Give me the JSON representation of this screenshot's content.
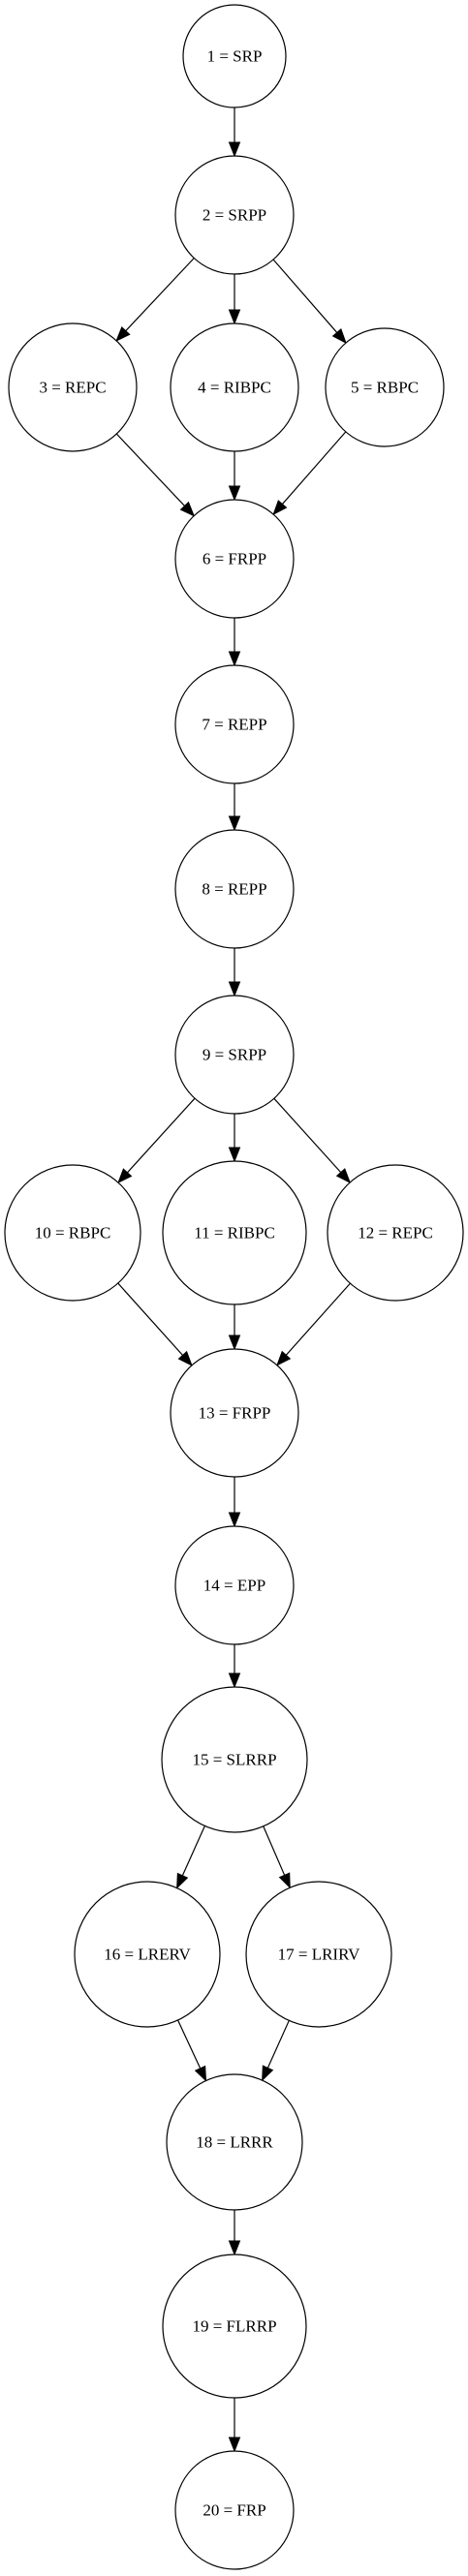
{
  "nodes": [
    {
      "id": 1,
      "label": "1 = SRP"
    },
    {
      "id": 2,
      "label": "2 = SRPP"
    },
    {
      "id": 3,
      "label": "3 = REPC"
    },
    {
      "id": 4,
      "label": "4 = RIBPC"
    },
    {
      "id": 5,
      "label": "5 = RBPC"
    },
    {
      "id": 6,
      "label": "6 = FRPP"
    },
    {
      "id": 7,
      "label": "7 = REPP"
    },
    {
      "id": 8,
      "label": "8 = REPP"
    },
    {
      "id": 9,
      "label": "9 = SRPP"
    },
    {
      "id": 10,
      "label": "10 = RBPC"
    },
    {
      "id": 11,
      "label": "11 = RIBPC"
    },
    {
      "id": 12,
      "label": "12 = REPC"
    },
    {
      "id": 13,
      "label": "13 = FRPP"
    },
    {
      "id": 14,
      "label": "14 = EPP"
    },
    {
      "id": 15,
      "label": "15 = SLRRP"
    },
    {
      "id": 16,
      "label": "16 = LRERV"
    },
    {
      "id": 17,
      "label": "17 = LRIRV"
    },
    {
      "id": 18,
      "label": "18 = LRRR"
    },
    {
      "id": 19,
      "label": "19 = FLRRP"
    },
    {
      "id": 20,
      "label": "20 = FRP"
    }
  ],
  "edges": [
    [
      1,
      2
    ],
    [
      2,
      3
    ],
    [
      2,
      4
    ],
    [
      2,
      5
    ],
    [
      3,
      6
    ],
    [
      4,
      6
    ],
    [
      5,
      6
    ],
    [
      6,
      7
    ],
    [
      7,
      8
    ],
    [
      8,
      9
    ],
    [
      9,
      10
    ],
    [
      9,
      11
    ],
    [
      9,
      12
    ],
    [
      10,
      13
    ],
    [
      11,
      13
    ],
    [
      12,
      13
    ],
    [
      13,
      14
    ],
    [
      14,
      15
    ],
    [
      15,
      16
    ],
    [
      15,
      17
    ],
    [
      16,
      18
    ],
    [
      17,
      18
    ],
    [
      18,
      19
    ],
    [
      19,
      20
    ]
  ]
}
